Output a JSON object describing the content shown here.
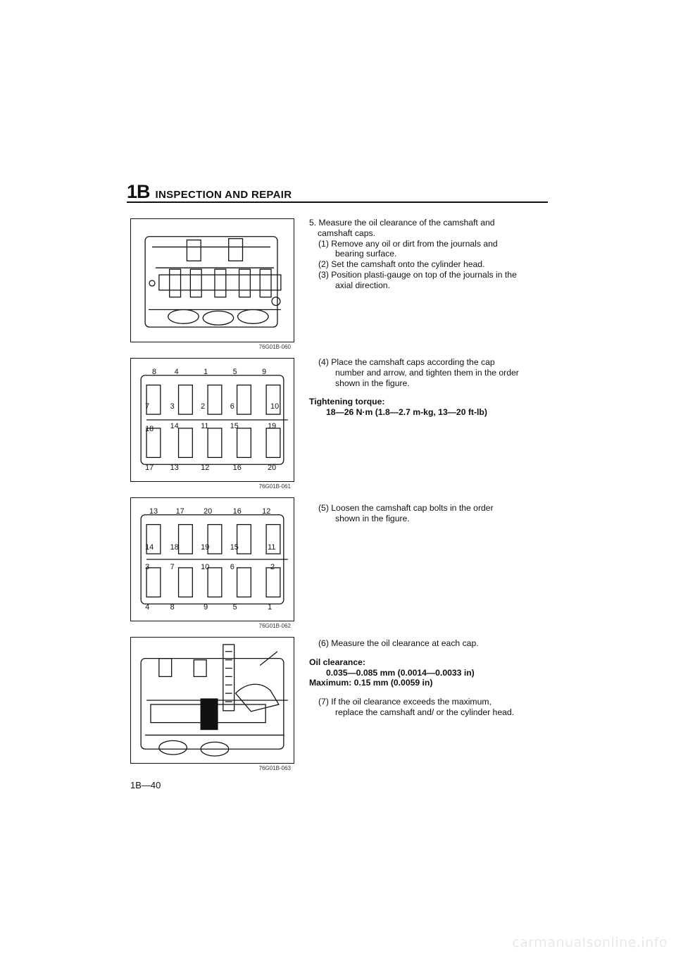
{
  "header": {
    "section_code": "1B",
    "section_title": "INSPECTION AND REPAIR"
  },
  "figures": [
    {
      "id": "76G01B-060"
    },
    {
      "id": "76G01B-061",
      "numbers": [
        "8",
        "4",
        "1",
        "5",
        "9",
        "7",
        "3",
        "2",
        "6",
        "10",
        "18",
        "14",
        "11",
        "15",
        "19",
        "17",
        "13",
        "12",
        "16",
        "20"
      ]
    },
    {
      "id": "76G01B-062",
      "numbers": [
        "13",
        "17",
        "20",
        "16",
        "12",
        "14",
        "18",
        "19",
        "15",
        "11",
        "3",
        "7",
        "10",
        "6",
        "2",
        "4",
        "8",
        "9",
        "5",
        "1"
      ]
    },
    {
      "id": "76G01B-063"
    }
  ],
  "text": {
    "step5": "5. Measure the oil clearance of the camshaft and camshaft caps.",
    "step5_1": "(1) Remove any oil or dirt from the journals and bearing surface.",
    "step5_2": "(2) Set the camshaft onto the cylinder head.",
    "step5_3": "(3) Position plasti-gauge on top of the journals in the axial direction.",
    "step5_4": "(4) Place the camshaft caps according the cap number and arrow, and tighten them in the order shown in the figure.",
    "torque_label": "Tightening torque:",
    "torque_value": "18—26 N·m (1.8—2.7 m-kg, 13—20 ft-lb)",
    "step5_5": "(5) Loosen the camshaft cap bolts in the order shown in the figure.",
    "step5_6": "(6) Measure the oil clearance at each cap.",
    "clearance_label": "Oil clearance:",
    "clearance_value": "0.035—0.085 mm (0.0014—0.0033 in)",
    "maximum": "Maximum: 0.15 mm (0.0059 in)",
    "step5_7": "(7) If the oil clearance exceeds the maximum, replace the camshaft and/ or the cylinder head."
  },
  "page_number": "1B—40",
  "watermark": "carmanualsonline.info"
}
